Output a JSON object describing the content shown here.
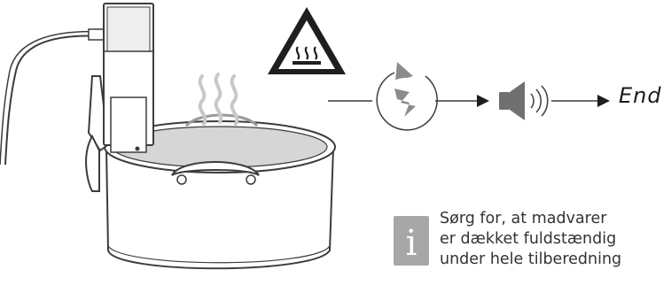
{
  "icons": {
    "warning": "hot-surface-warning-icon",
    "cycle": "timer-cycle-icon",
    "speaker": "speaker-sound-icon",
    "arrow": "arrow-right-icon",
    "info": "info-icon"
  },
  "colors": {
    "line": "#3c3c3c",
    "warning_fill": "#1e1e1e",
    "info_box": "#a7a7a7",
    "note_text": "#333333"
  },
  "flow": {
    "end_label": "End"
  },
  "info": {
    "glyph": "i"
  },
  "note": {
    "lines": [
      "Sørg for, at madvarer",
      "er dækket fuldstændig",
      "under hele tilberedning"
    ]
  }
}
